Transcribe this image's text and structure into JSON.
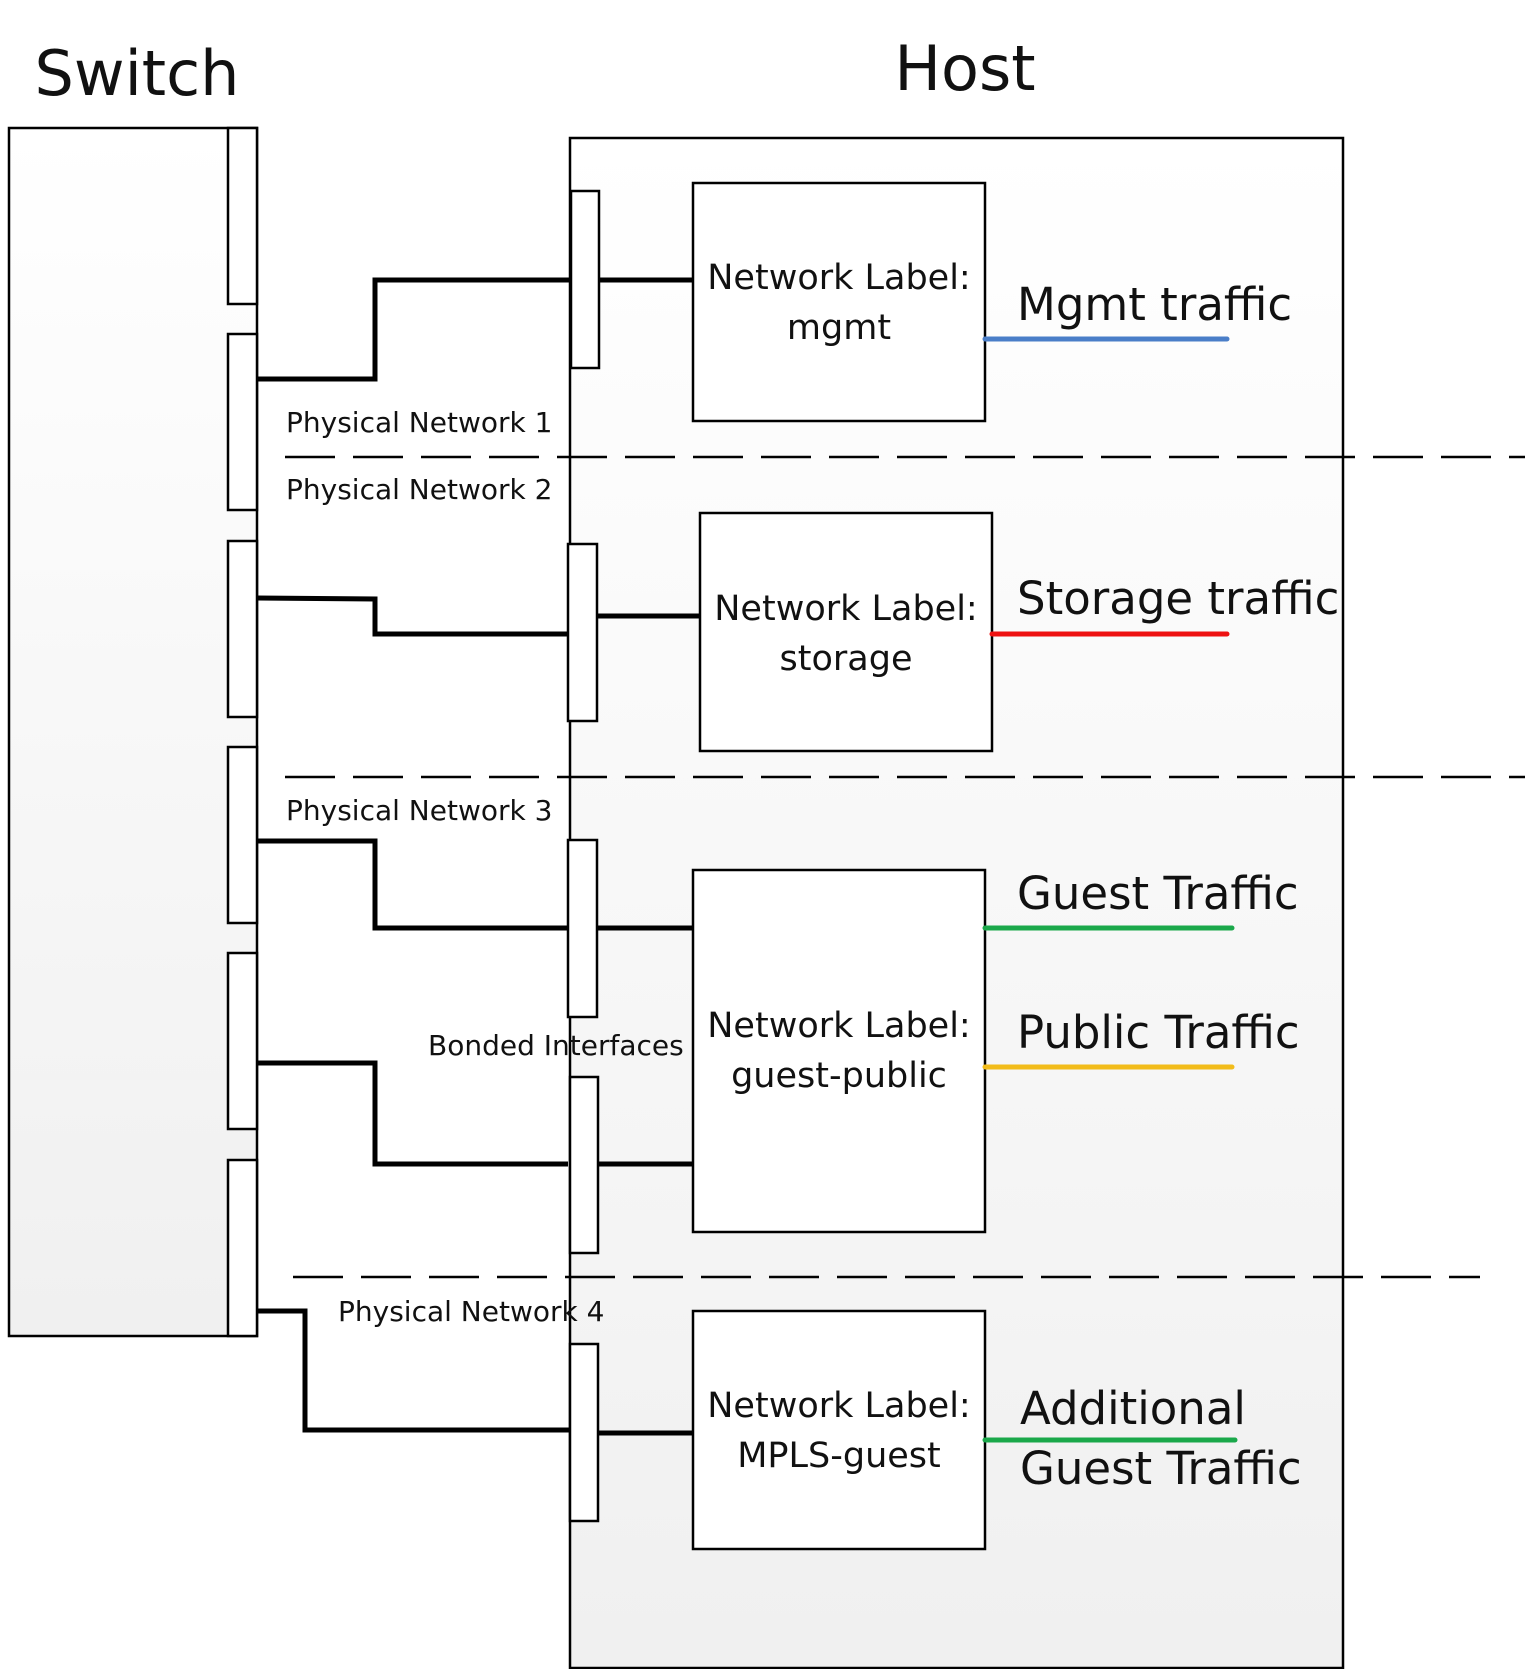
{
  "titles": {
    "switch": "Switch",
    "host": "Host"
  },
  "physical_networks": [
    "Physical Network 1",
    "Physical Network 2",
    "Physical Network 3",
    "Physical Network 4"
  ],
  "bonded_label": "Bonded Interfaces",
  "network_labels": [
    {
      "line1": "Network Label:",
      "line2": "mgmt"
    },
    {
      "line1": "Network Label:",
      "line2": "storage"
    },
    {
      "line1": "Network Label:",
      "line2": "guest-public"
    },
    {
      "line1": "Network Label:",
      "line2": "MPLS-guest"
    }
  ],
  "traffic": [
    {
      "text": "Mgmt traffic",
      "color": "#4a7ec8"
    },
    {
      "text": "Storage traffic",
      "color": "#ee1111"
    },
    {
      "text": "Guest Traffic",
      "color": "#1aa84a"
    },
    {
      "text": "Public Traffic",
      "color": "#f2bc1a"
    },
    {
      "text1": "Additional",
      "text2": "Guest Traffic",
      "color": "#1aa84a"
    }
  ]
}
